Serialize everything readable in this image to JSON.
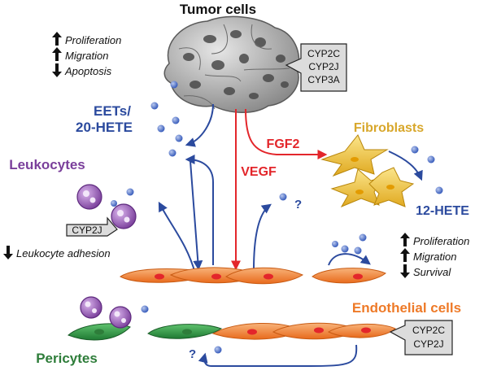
{
  "title": "Tumor cells",
  "tumor_enzymes": [
    "CYP2C",
    "CYP2J",
    "CYP3A"
  ],
  "tumor_effects": [
    {
      "dir": "up",
      "text": "Proliferation"
    },
    {
      "dir": "up",
      "text": "Migration"
    },
    {
      "dir": "down",
      "text": "Apoptosis"
    }
  ],
  "eets_line1": "EETs/",
  "eets_line2": "20-HETE",
  "fgf2": "FGF2",
  "vegf": "VEGF",
  "fibroblasts": "Fibroblasts",
  "hete12": "12-HETE",
  "leukocytes": "Leukocytes",
  "leukocyte_enzyme": "CYP2J",
  "leukocyte_effect": {
    "dir": "down",
    "text": "Leukocyte adhesion"
  },
  "endo_effects": [
    {
      "dir": "up",
      "text": "Proliferation"
    },
    {
      "dir": "up",
      "text": "Migration"
    },
    {
      "dir": "down",
      "text": "Survival"
    }
  ],
  "endothelial": "Endothelial cells",
  "endo_enzymes": [
    "CYP2C",
    "CYP2J"
  ],
  "pericytes": "Pericytes",
  "question": "?",
  "colors": {
    "blue": "#2b4a9e",
    "red": "#e3262b",
    "purple": "#7a3f9b",
    "gold": "#d8a72b",
    "orange": "#ee7a28",
    "green": "#2e7d3a"
  }
}
